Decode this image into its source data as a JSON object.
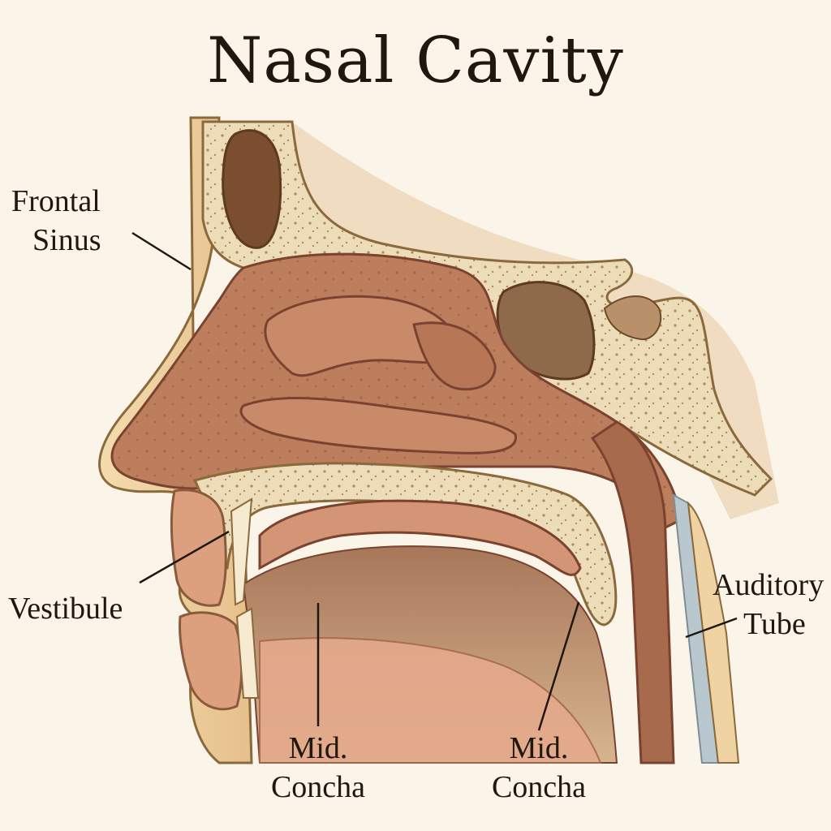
{
  "diagram": {
    "title": "Nasal Cavity",
    "labels": {
      "frontal_sinus": {
        "line1": "Frontal",
        "line2": "Sinus"
      },
      "vestibule": {
        "text": "Vestibule"
      },
      "auditory_tube": {
        "line1": "Auditory",
        "line2": "Tube"
      },
      "mid_concha_left": {
        "line1": "Mid.",
        "line2": "Concha"
      },
      "mid_concha_right": {
        "line1": "Mid.",
        "line2": "Concha"
      }
    },
    "colors": {
      "background": "#fbf5e9",
      "bone": "#ecdcb8",
      "bone_outline": "#8a6a3c",
      "mucosa": "#bd7e5e",
      "mucosa_dark": "#8f5238",
      "skin": "#f2d6a6",
      "tube": "#b9c7cf",
      "ink": "#1e1810"
    }
  }
}
